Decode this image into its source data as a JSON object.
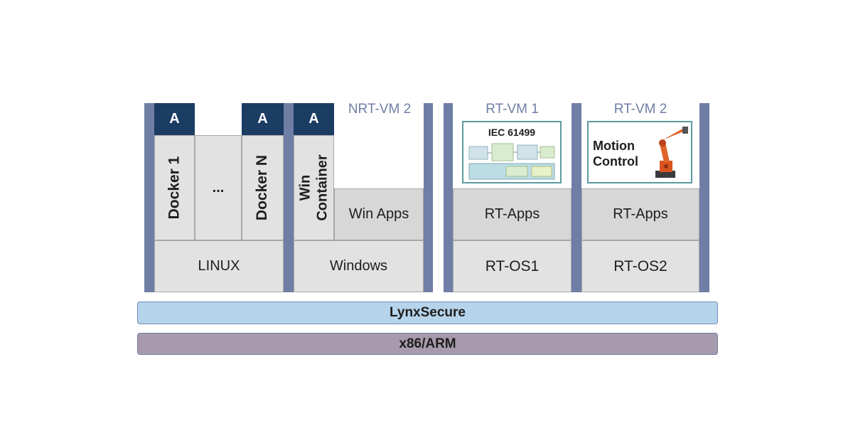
{
  "vm_labels": {
    "nrt_vm2": "NRT-VM 2",
    "rt_vm1": "RT-VM 1",
    "rt_vm2": "RT-VM 2"
  },
  "app_badge": "A",
  "nrt_vm1": {
    "docker1": "Docker 1",
    "ellipsis": "...",
    "dockerN": "Docker N",
    "os": "LINUX"
  },
  "nrt_vm2": {
    "win_container": [
      "Win",
      "Container"
    ],
    "apps": "Win Apps",
    "os": "Windows"
  },
  "rt_vm1": {
    "image_title": "IEC 61499",
    "apps": "RT-Apps",
    "os": "RT-OS1"
  },
  "rt_vm2": {
    "image_title_line1": "Motion",
    "image_title_line2": "Control",
    "apps": "RT-Apps",
    "os": "RT-OS2"
  },
  "hypervisor": "LynxSecure",
  "hardware": "x86/ARM",
  "colors": {
    "vm_border": "#6f7ea4",
    "app_badge": "#1b3c63",
    "hypervisor": "#b5d3ea",
    "hardware": "#a79aac",
    "cell": "#e2e2e2"
  }
}
